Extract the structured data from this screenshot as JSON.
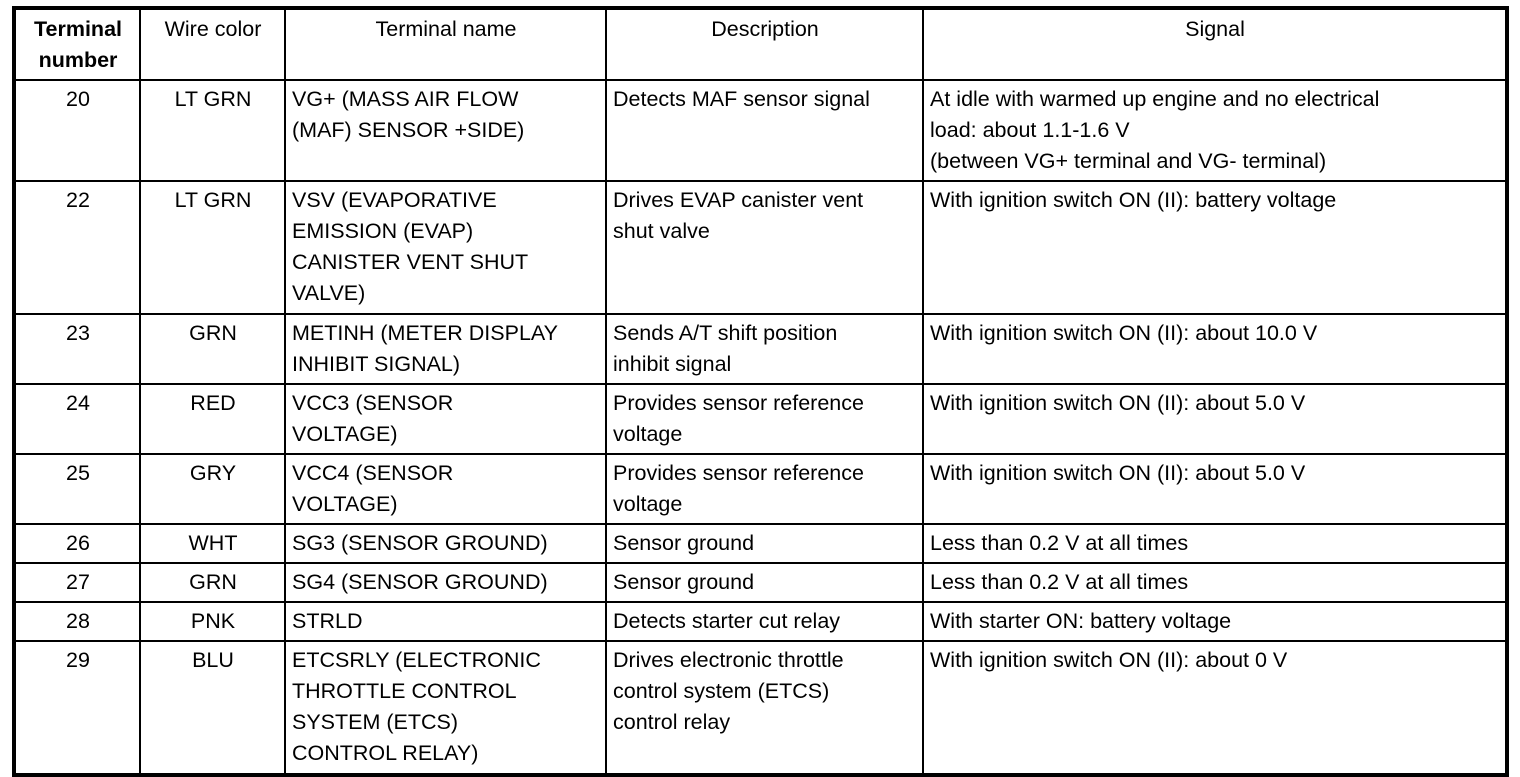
{
  "table": {
    "columns": [
      {
        "key": "terminal_number",
        "label": "Terminal\nnumber",
        "align": "center",
        "bold": true
      },
      {
        "key": "wire_color",
        "label": "Wire color",
        "align": "center",
        "bold": false
      },
      {
        "key": "terminal_name",
        "label": "Terminal name",
        "align": "center",
        "bold": false
      },
      {
        "key": "description",
        "label": "Description",
        "align": "center",
        "bold": false
      },
      {
        "key": "signal",
        "label": "Signal",
        "align": "center",
        "bold": false
      }
    ],
    "rows": [
      {
        "terminal_number": "20",
        "wire_color": "LT GRN",
        "terminal_name": "VG+ (MASS AIR FLOW\n(MAF) SENSOR +SIDE)",
        "description": "Detects MAF sensor signal",
        "signal": "At idle with warmed up engine and no electrical\nload: about 1.1-1.6 V\n(between VG+ terminal and VG- terminal)"
      },
      {
        "terminal_number": "22",
        "wire_color": "LT GRN",
        "terminal_name": "VSV (EVAPORATIVE\nEMISSION (EVAP)\nCANISTER VENT SHUT\nVALVE)",
        "description": "Drives EVAP canister vent\nshut valve",
        "signal": "With ignition switch ON (II): battery voltage"
      },
      {
        "terminal_number": "23",
        "wire_color": "GRN",
        "terminal_name": "METINH (METER DISPLAY\nINHIBIT SIGNAL)",
        "description": "Sends A/T shift position\ninhibit signal",
        "signal": "With ignition switch ON (II): about 10.0 V"
      },
      {
        "terminal_number": "24",
        "wire_color": "RED",
        "terminal_name": "VCC3 (SENSOR\nVOLTAGE)",
        "description": "Provides sensor reference\nvoltage",
        "signal": "With ignition switch ON (II): about 5.0 V"
      },
      {
        "terminal_number": "25",
        "wire_color": "GRY",
        "terminal_name": "VCC4 (SENSOR\nVOLTAGE)",
        "description": "Provides sensor reference\nvoltage",
        "signal": "With ignition switch ON (II): about 5.0 V"
      },
      {
        "terminal_number": "26",
        "wire_color": "WHT",
        "terminal_name": "SG3 (SENSOR GROUND)",
        "description": "Sensor ground",
        "signal": "Less than 0.2 V at all times"
      },
      {
        "terminal_number": "27",
        "wire_color": "GRN",
        "terminal_name": "SG4 (SENSOR GROUND)",
        "description": "Sensor ground",
        "signal": "Less than 0.2 V at all times"
      },
      {
        "terminal_number": "28",
        "wire_color": "PNK",
        "terminal_name": "STRLD",
        "description": "Detects starter cut relay",
        "signal": "With starter ON: battery voltage"
      },
      {
        "terminal_number": "29",
        "wire_color": "BLU",
        "terminal_name": "ETCSRLY (ELECTRONIC\nTHROTTLE CONTROL\nSYSTEM (ETCS)\nCONTROL RELAY)",
        "description": "Drives electronic throttle\ncontrol system (ETCS)\ncontrol relay",
        "signal": "With ignition switch ON (II): about 0 V"
      }
    ]
  },
  "style": {
    "border_color": "#000000",
    "text_color": "#000000",
    "background_color": "#ffffff"
  }
}
